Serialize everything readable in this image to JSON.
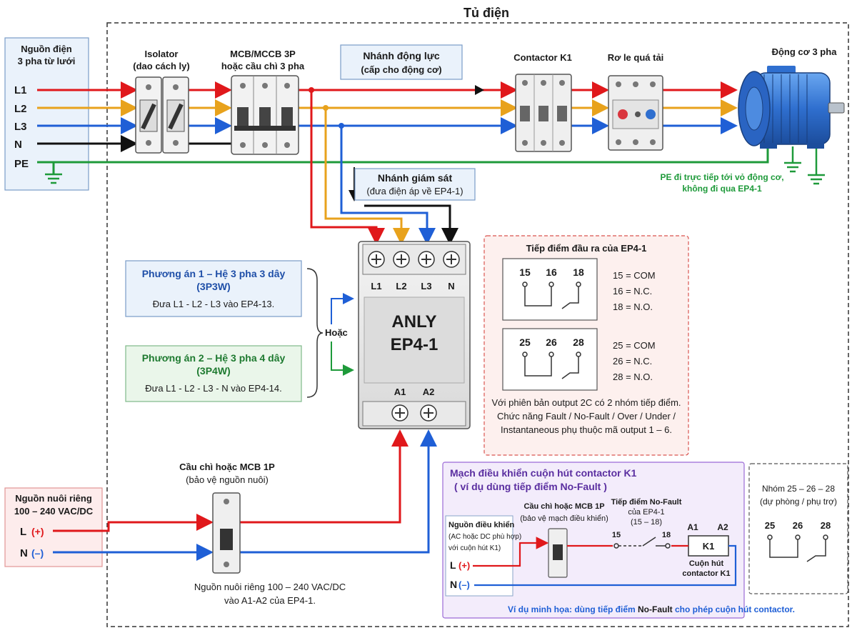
{
  "title": "Tủ điện",
  "source": {
    "title_line1": "Nguồn điện",
    "title_line2": "3 pha từ lưới",
    "lines": [
      "L1",
      "L2",
      "L3",
      "N",
      "PE"
    ]
  },
  "isolator": {
    "label1": "Isolator",
    "label2": "(dao cách ly)"
  },
  "mcb3p": {
    "label1": "MCB/MCCB 3P",
    "label2": "hoặc cầu chì 3 pha"
  },
  "power_branch": {
    "line1": "Nhánh động lực",
    "line2": "(cấp cho động cơ)"
  },
  "contactor": {
    "label": "Contactor K1"
  },
  "relay": {
    "label": "Rơ le quá tải"
  },
  "motor": {
    "label": "Động cơ 3 pha"
  },
  "pe_note": {
    "line1": "PE đi trực tiếp tới vỏ động cơ,",
    "line2": "không đi qua EP4-1"
  },
  "monitor_branch": {
    "line1": "Nhánh giám sát",
    "line2": "(đưa điện áp về EP4-1)"
  },
  "device": {
    "brand": "ANLY",
    "model": "EP4-1",
    "top_terminals": [
      "L1",
      "L2",
      "L3",
      "N"
    ],
    "bottom_terminals": [
      "A1",
      "A2"
    ]
  },
  "option1": {
    "line1": "Phương án 1 – Hệ 3 pha 3 dây",
    "line2": "(3P3W)",
    "line3": "Đưa L1 - L2 - L3 vào EP4-13."
  },
  "option2": {
    "line1": "Phương án 2 – Hệ 3 pha 4 dây",
    "line2": "(3P4W)",
    "line3": "Đưa L1 - L2 - L3 - N vào EP4-14."
  },
  "or_label": "Hoặc",
  "contacts": {
    "title": "Tiếp điểm đầu ra của EP4-1",
    "group1": {
      "pins": [
        "15",
        "16",
        "18"
      ],
      "legend": [
        "15 = COM",
        "16 = N.C.",
        "18 = N.O."
      ]
    },
    "group2": {
      "pins": [
        "25",
        "26",
        "28"
      ],
      "legend": [
        "25 = COM",
        "26 = N.C.",
        "28 = N.O."
      ]
    },
    "note": "Với phiên bản output 2C có 2 nhóm tiếp điểm. Chức năng Fault / No-Fault / Over / Under / Instantaneous phụ thuộc mã output 1 – 6."
  },
  "supply": {
    "title_line1": "Nguồn nuôi riêng",
    "title_line2": "100 – 240 VAC/DC",
    "l_label": "L",
    "l_sign": "(+)",
    "n_label": "N",
    "n_sign": "(–)"
  },
  "mcb1p": {
    "label1": "Cầu chì hoặc MCB 1P",
    "label2": "(bảo vệ nguồn nuôi)"
  },
  "supply_note": {
    "line1": "Nguồn nuôi riêng 100 – 240 VAC/DC",
    "line2": "vào A1-A2 của EP4-1."
  },
  "control": {
    "title1": "Mạch điều khiển cuộn hút contactor K1",
    "title2": "( ví dụ dùng tiếp điểm No-Fault )",
    "source_line1": "Nguồn điều khiển",
    "source_line2": "(AC hoặc DC phù hợp)",
    "source_line3": "với cuộn hút K1)",
    "l_label": "L",
    "l_sign": "(+)",
    "n_label": "N",
    "n_sign": "(–)",
    "mcb_line1": "Cầu chì hoặc MCB 1P",
    "mcb_line2": "(bảo vệ mạch điều khiển)",
    "contact_line1": "Tiếp điểm No-Fault",
    "contact_line2": "của EP4-1",
    "contact_line3": "(15 – 18)",
    "pin_a": "15",
    "pin_b": "18",
    "coil_a1": "A1",
    "coil_a2": "A2",
    "coil": "K1",
    "coil_line1": "Cuộn hút",
    "coil_line2": "contactor K1",
    "footer_prefix": "Ví dụ minh họa: dùng tiếp điểm ",
    "footer_bold": "No-Fault",
    "footer_suffix": " cho phép cuộn hút contactor."
  },
  "spare": {
    "line1": "Nhóm 25 – 26 – 28",
    "line2": "(dự phòng / phụ trợ)",
    "pins": [
      "25",
      "26",
      "28"
    ]
  },
  "colors": {
    "l1": "#e0181b",
    "l2": "#e8a21c",
    "l3": "#1f5fd6",
    "n": "#111111",
    "pe": "#1e9a3a",
    "motor": "#3a7bd5",
    "control_border": "#9b6ad6",
    "contacts_border": "#d9534f"
  }
}
